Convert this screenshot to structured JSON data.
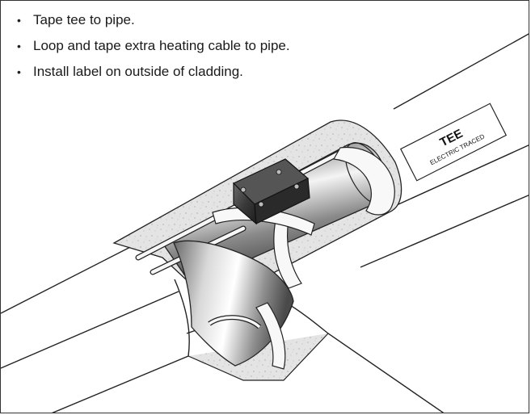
{
  "instructions": [
    "Tape tee to pipe.",
    "Loop and tape extra heating cable to pipe.",
    "Install label on outside of cladding."
  ],
  "pipe_label": {
    "title": "TEE",
    "subtitle": "ELECTRIC TRACED"
  },
  "colors": {
    "outline": "#222222",
    "insulation": "#e6e6e6",
    "pipe_dark": "#555555",
    "pipe_light": "#f2f2f2",
    "background": "#ffffff"
  }
}
